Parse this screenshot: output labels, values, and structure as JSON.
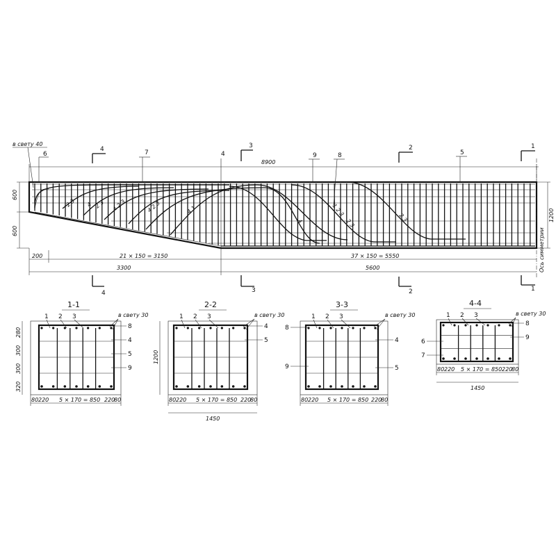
{
  "elevation": {
    "marks": {
      "m6": "6",
      "m7": "7",
      "m9": "9",
      "m8": "8",
      "m5": "5",
      "clear40": "в свету 40"
    },
    "cuts": {
      "c1": "1",
      "c2": "2",
      "c3": "3",
      "c4": "4"
    },
    "dims": {
      "total": "8900",
      "left_h_top": "600",
      "left_h_bot": "600",
      "right_h": "1200",
      "start": "200",
      "stirrups_left": "21 × 150 = 3150",
      "stirrups_right": "37 × 150 = 5550",
      "span_left": "3300",
      "span_right": "5600",
      "axis": "Ось симметрии"
    },
    "bent_bar_marks": [
      "2 3",
      "4",
      "2 3",
      "4 2 3",
      "4 2 3",
      "4 1",
      "4",
      "1 2 3",
      "2 3",
      "2 3"
    ]
  },
  "sections": [
    {
      "title": "1-1",
      "marks": [
        "1",
        "2",
        "3",
        "8",
        "4",
        "5",
        "9"
      ],
      "clear": "в свету 30",
      "left_dims": [
        "280",
        "300",
        "300",
        "320"
      ],
      "bottom_dims": [
        "80",
        "220",
        "5 × 170 = 850",
        "220",
        "80"
      ]
    },
    {
      "title": "2-2",
      "marks": [
        "1",
        "2",
        "3",
        "4",
        "5"
      ],
      "clear": "в свету 30",
      "left_dims": [
        "1200"
      ],
      "bottom_dims": [
        "80",
        "220",
        "5 × 170 = 850",
        "220",
        "80"
      ],
      "overall": "1450"
    },
    {
      "title": "3-3",
      "marks": [
        "1",
        "2",
        "3",
        "8",
        "4",
        "9",
        "5"
      ],
      "clear": "в свету 30",
      "left_dims": [],
      "bottom_dims": [
        "80",
        "220",
        "5 × 170 = 850",
        "220",
        "80"
      ]
    },
    {
      "title": "4-4",
      "marks": [
        "1",
        "2",
        "3",
        "8",
        "9",
        "6",
        "7"
      ],
      "clear": "в свету 30",
      "left_dims": [],
      "bottom_dims": [
        "80",
        "220",
        "5 × 170 = 850",
        "220",
        "80"
      ],
      "overall": "1450"
    }
  ]
}
